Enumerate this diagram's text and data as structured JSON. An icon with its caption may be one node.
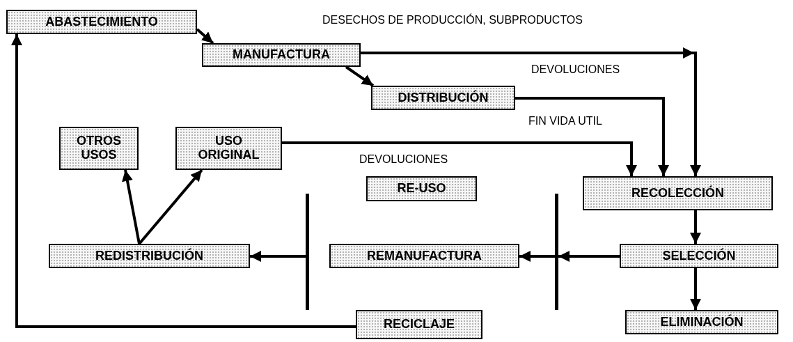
{
  "diagram": {
    "nodes": [
      {
        "text": [
          "ABASTECIMIENTO"
        ]
      },
      {
        "text": [
          "MANUFACTURA"
        ]
      },
      {
        "text": [
          "DISTRIBUCIÓN"
        ]
      },
      {
        "text": [
          "OTROS USOS"
        ]
      },
      {
        "text": [
          "USO ORIGINAL"
        ]
      },
      {
        "text": [
          "RE-USO"
        ]
      },
      {
        "text": [
          "RECOLECCIÓN"
        ]
      },
      {
        "text": [
          "SELECCIÓN"
        ]
      },
      {
        "text": [
          "REDISTRIBUCIÓN"
        ]
      },
      {
        "text": [
          "REMANUFACTURA"
        ]
      },
      {
        "text": [
          "ELIMINACIÓN"
        ]
      },
      {
        "text": [
          "RECICLAJE"
        ]
      },
      {
        "text": [],
        "shape": "bar"
      },
      {
        "text": [],
        "shape": "bar"
      }
    ],
    "edges": [
      {
        "from": 0,
        "to": 1,
        "arrow": "to"
      },
      {
        "from": 1,
        "to": 2,
        "arrow": "to"
      },
      {
        "from": 1,
        "to": 6,
        "arrow": "to",
        "label": "DESECHOS DE PRODUCCIÓN, SUBPRODUCTOS"
      },
      {
        "from": 2,
        "to": 6,
        "arrow": "to"
      },
      {
        "from": 4,
        "to": 6,
        "arrow": "to"
      },
      {
        "from": 8,
        "to": 3,
        "arrow": "to"
      },
      {
        "from": 8,
        "to": 4,
        "arrow": "to"
      },
      {
        "from": 6,
        "to": 7,
        "arrow": "to"
      },
      {
        "from": 7,
        "to": 13,
        "arrow": "to"
      },
      {
        "from": 13,
        "to": 9,
        "arrow": "to"
      },
      {
        "from": 12,
        "to": 8,
        "arrow": "to"
      },
      {
        "from": 7,
        "to": 10,
        "arrow": "to"
      },
      {
        "from": 11,
        "to": 0,
        "arrow": "to"
      }
    ],
    "labels": [
      "DEVOLUCIONES",
      "FIN VIDA UTIL",
      "DEVOLUCIONES"
    ]
  }
}
